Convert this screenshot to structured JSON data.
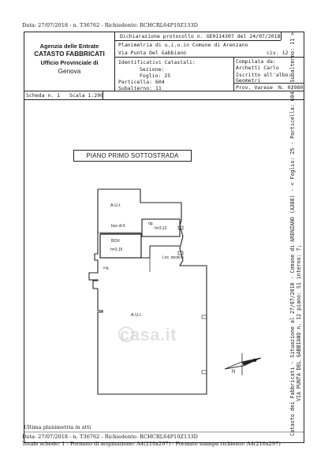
{
  "top_stamp": "Data: 27/07/2018 - n. T36762 - Richiedente: RCHCRL64P10Z133D",
  "agency": {
    "line1": "Agenzia delle Entrate",
    "line2": "CATASTO FABBRICATI",
    "line3": "Ufficio Provinciale di",
    "line4": "Genova"
  },
  "declaration": {
    "label": "Dichiarazione protocollo n. GE0114307 del 24/07/2018",
    "plan_title": "Planimetria di u.i.u.in Comune di Arenzano",
    "address": "Via Punta Del Gabbiano",
    "civ": "civ. 12"
  },
  "identifiers": {
    "heading": "Identificativi Catastali:",
    "sezione": "Sezione:",
    "foglio": "Foglio: 25",
    "particella": "Particella: 604",
    "subalterno": "Subalterno: 11"
  },
  "compiled": {
    "heading": "Compilata da:",
    "name": "Archetti Carlo",
    "enrolled": "Iscritto all'albo:",
    "profession": "Geometri",
    "prov": "Prov. Varese",
    "number": "N. 02980"
  },
  "scheda": {
    "label": "Scheda n. 1",
    "scale": "Scala 1:200"
  },
  "piano": "PIANO PRIMO SOTTOSTRADA",
  "plan_labels": {
    "aui_top": "A.U.I.",
    "box_ref": "box rif.6",
    "rip": "rip.",
    "h_rip": "h=3.12",
    "box": "BOX",
    "h_box": "h=3.15",
    "loc_tecnico": "Loc. tecnico",
    "ing": "ing.",
    "aui_bottom": "A.U.I."
  },
  "watermark": "casa.it",
  "right_vertical": {
    "line1": "Catasto dei Fabbricati - Situazione al 27/07/2018 - Comune di ARENZANO (A388) - < Foglio: 25 - Particella: 604 - Subalterno: 11 >",
    "line2": "VIA PUNTA DEL GABBIANO n. 12 piano: S1 interno: 7;"
  },
  "footer": {
    "last_plan": "Ultima planimetria in atti",
    "stamp": "Data: 27/07/2018 - n. T36762 - Richiedente: RCHCRL64P10Z133D",
    "sheets": "Totale schede: 1 - Formato di acquisizione: A4(210x297) - Formato stampa richiesto: A4(210x297)"
  }
}
